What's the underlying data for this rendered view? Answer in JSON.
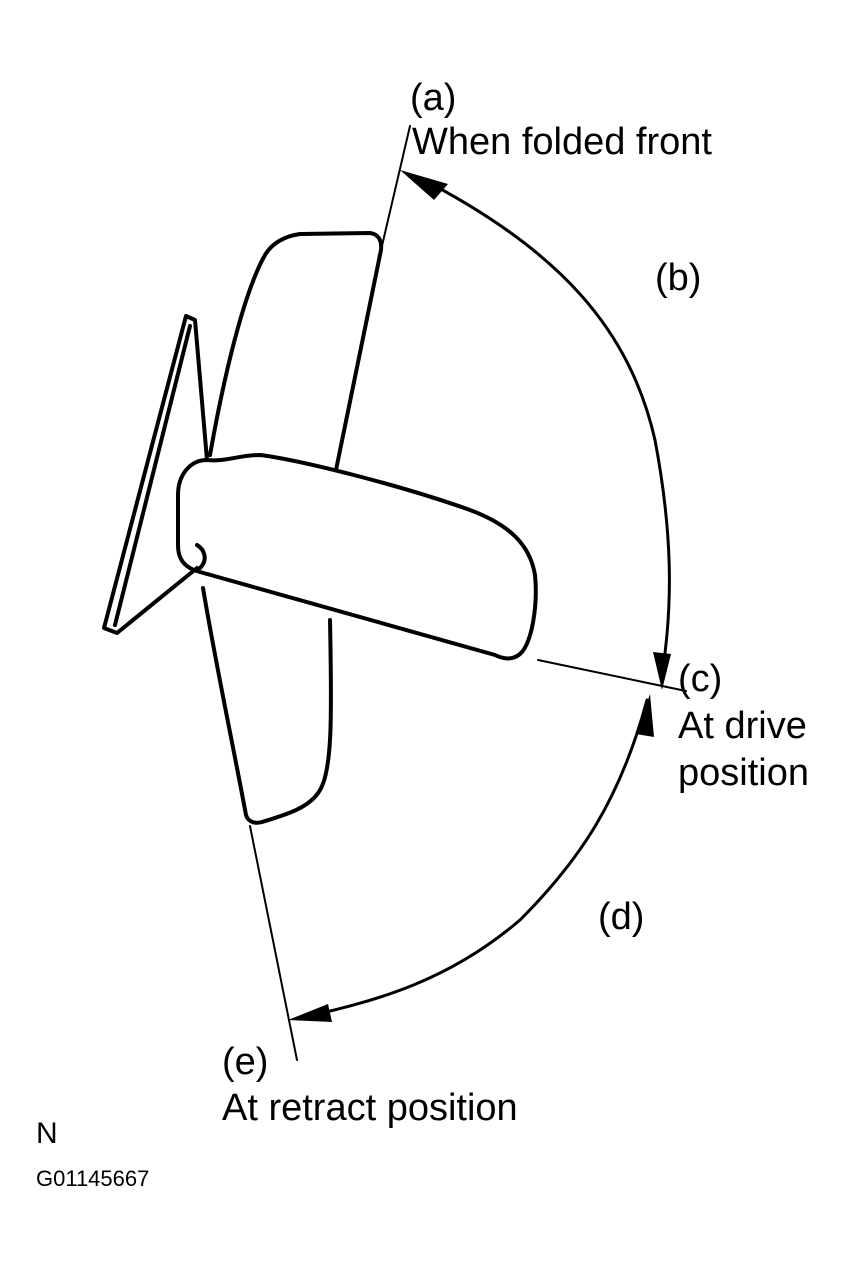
{
  "labels": {
    "a": {
      "code": "(a)",
      "text": "When folded front"
    },
    "b": {
      "code": "(b)"
    },
    "c": {
      "code": "(c)",
      "line1": "At drive",
      "line2": "position"
    },
    "d": {
      "code": "(d)"
    },
    "e": {
      "code": "(e)",
      "text": "At retract position"
    }
  },
  "footer": {
    "letter": "N",
    "figure_id": "G01145667"
  },
  "colors": {
    "ink": "#000000",
    "background": "#ffffff"
  }
}
